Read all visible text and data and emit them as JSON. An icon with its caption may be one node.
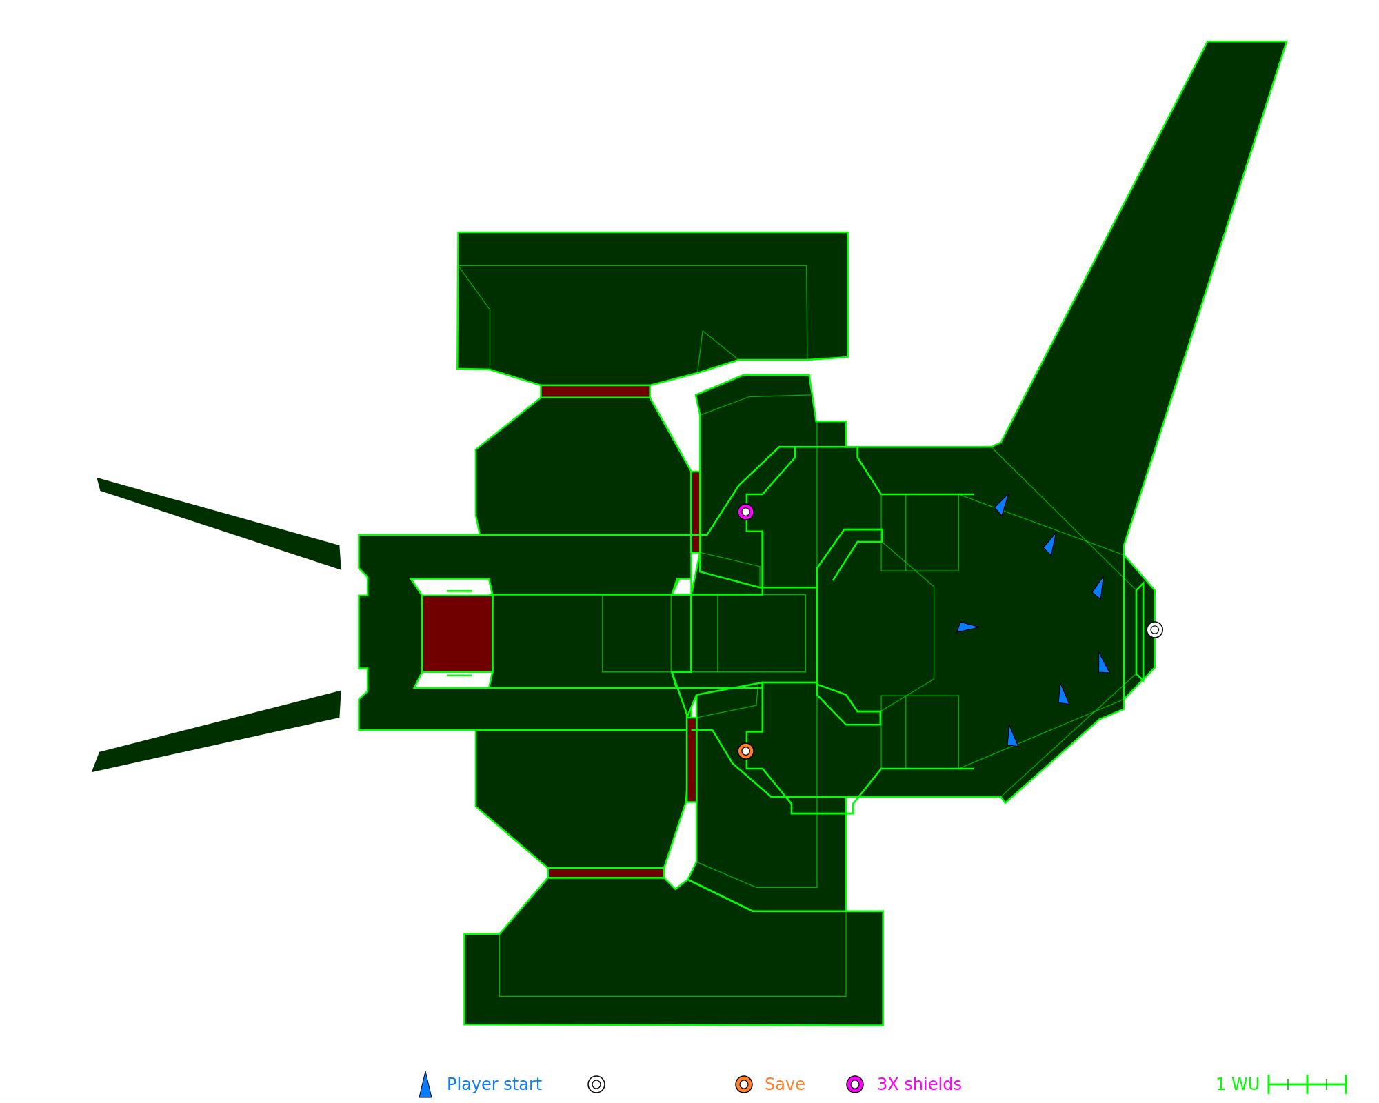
{
  "diagram": {
    "labels": [
      "1 WU"
    ],
    "legend": [
      {
        "text": "Player start"
      },
      {
        "text": "Save"
      },
      {
        "text": "3X shields"
      }
    ]
  }
}
